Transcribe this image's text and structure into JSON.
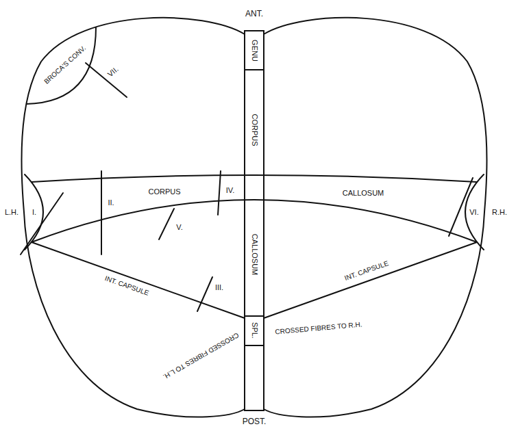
{
  "diagram": {
    "nodes": [
      {
        "text": [
          "BROCA'S CONV."
        ]
      },
      {
        "text": [
          "GENU",
          "CORPUS",
          "CALLOSUM",
          "SPL."
        ]
      },
      {
        "text": [
          "CORPUS",
          "CALLOSUM"
        ]
      }
    ],
    "labels": [
      "ANT.",
      "VII.",
      "L.H.",
      "I.",
      "II.",
      "IV.",
      "VI.",
      "R.H.",
      "V.",
      "INT. CAPSULE",
      "III.",
      "INT. CAPSULE",
      "CROSSED FIBRES TO L.H.",
      "CROSSED FIBRES TO R.H.",
      "POST."
    ]
  }
}
